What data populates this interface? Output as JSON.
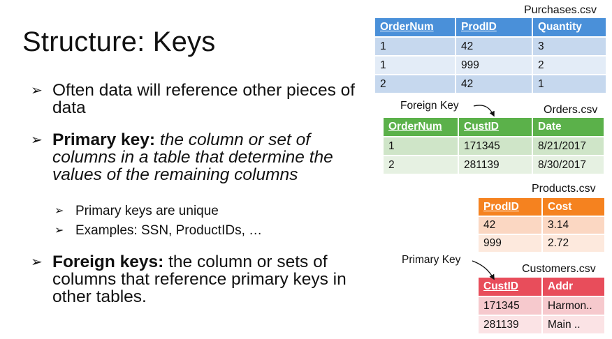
{
  "title": "Structure: Keys",
  "bullets": {
    "b1": "Often data will reference other pieces of data",
    "b2_bold": "Primary key:",
    "b2_italic": "the column or set of columns in a table that determine the values of the remaining columns",
    "sub1": "Primary keys are unique",
    "sub2": "Examples: SSN, ProductIDs, …",
    "b3_bold": "Foreign keys:",
    "b3_text": "the column or sets of columns that reference primary keys in other tables."
  },
  "purchases": {
    "file": "Purchases.csv",
    "headers": [
      "OrderNum",
      "ProdID",
      "Quantity"
    ],
    "rows": [
      [
        "1",
        "42",
        "3"
      ],
      [
        "1",
        "999",
        "2"
      ],
      [
        "2",
        "42",
        "1"
      ]
    ]
  },
  "orders": {
    "file": "Orders.csv",
    "headers": [
      "OrderNum",
      "CustID",
      "Date"
    ],
    "rows": [
      [
        "1",
        "171345",
        "8/21/2017"
      ],
      [
        "2",
        "281139",
        "8/30/2017"
      ]
    ]
  },
  "products": {
    "file": "Products.csv",
    "headers": [
      "ProdID",
      "Cost"
    ],
    "rows": [
      [
        "42",
        "3.14"
      ],
      [
        "999",
        "2.72"
      ]
    ]
  },
  "customers": {
    "file": "Customers.csv",
    "headers": [
      "CustID",
      "Addr"
    ],
    "rows": [
      [
        "171345",
        "Harmon.."
      ],
      [
        "281139",
        "Main .."
      ]
    ]
  },
  "annotations": {
    "foreign_key": "Foreign Key",
    "primary_key": "Primary Key"
  },
  "colors": {
    "purchases": "#4a90d9",
    "orders": "#5bb14a",
    "products": "#f5821f",
    "customers": "#e84d5b"
  }
}
